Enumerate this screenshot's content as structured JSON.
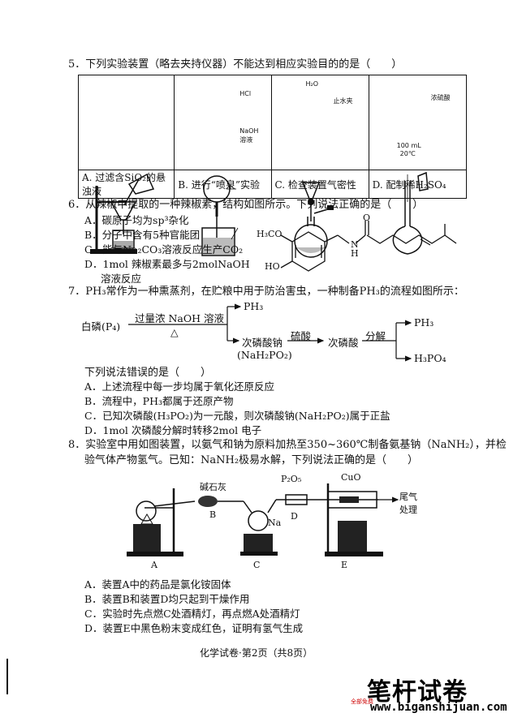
{
  "q5": {
    "stem": "5．下列实验装置（略去夹持仪器）不能达到相应实验目的的是（　　）",
    "options": [
      {
        "label": "A. 过滤含SiO₂的悬浊液"
      },
      {
        "label": "B. 进行“喷泉”实验",
        "tags": [
          "HCl",
          "NaOH",
          "溶液"
        ]
      },
      {
        "label": "C. 检查装置气密性",
        "tags": [
          "H₂O",
          "止水夹"
        ]
      },
      {
        "label": "D. 配制稀H₂SO₄",
        "tags": [
          "浓硫酸",
          "100 mL",
          "20℃"
        ]
      }
    ]
  },
  "q6": {
    "stem": "6．从辣椒中提取的一种辣椒素，结构如图所示。下列说法正确的是（　　）",
    "options": [
      "A．碳原子均为sp³杂化",
      "B．分子中含有5种官能团",
      "C．能与Na₂CO₃溶液反应生产CO₂",
      "D．1mol 辣椒素最多与2molNaOH",
      "溶液反应"
    ],
    "structure_labels": [
      "H₃CO",
      "HO",
      "N",
      "H",
      "O"
    ]
  },
  "q7": {
    "stem": "7．PH₃常作为一种熏蒸剂，在贮粮中用于防治害虫，一种制备PH₃的流程如图所示：",
    "flow": {
      "start": "白磷(P₄)",
      "cond_top": "过量浓 NaOH 溶液",
      "cond_bottom": "△",
      "prod1": "PH₃",
      "prod2": "次磷酸钠",
      "prod2_formula": "(NaH₂PO₂)",
      "acid": "硫酸",
      "prod3": "次磷酸",
      "decomp": "分解",
      "prod4": "PH₃",
      "prod5": "H₃PO₄"
    },
    "sub": "下列说法错误的是（　　）",
    "options": [
      "A．上述流程中每一步均属于氧化还原反应",
      "B．流程中，PH₃都属于还原产物",
      "C．已知次磷酸(H₃PO₂)为一元酸，则次磷酸钠(NaH₂PO₂)属于正盐",
      "D．1mol 次磷酸分解时转移2mol 电子"
    ]
  },
  "q8": {
    "stem1": "8．实验室中用如图装置，以氨气和钠为原料加热至350~360℃制备氨基钠（NaNH₂），并检",
    "stem2": "验气体产物氢气。已知：NaNH₂极易水解，下列说法正确的是（　　）",
    "labels": {
      "soda": "碱石灰",
      "p2o5": "P₂O₅",
      "cuo": "CuO",
      "tail1": "尾气",
      "tail2": "处理",
      "na": "Na",
      "A": "A",
      "B": "B",
      "C": "C",
      "D": "D",
      "E": "E"
    },
    "options": [
      "A．装置A中的药品是氯化铵固体",
      "B．装置B和装置D均只起到干燥作用",
      "C．实验时先点燃C处酒精灯，再点燃A处酒精灯",
      "D．装置E中黑色粉末变成红色，证明有氢气生成"
    ]
  },
  "footer": "化学试卷·第2页（共8页）",
  "watermark": {
    "name": "笔杆试卷",
    "url": "www.biganshijuan.com",
    "tag": "全部免费"
  }
}
